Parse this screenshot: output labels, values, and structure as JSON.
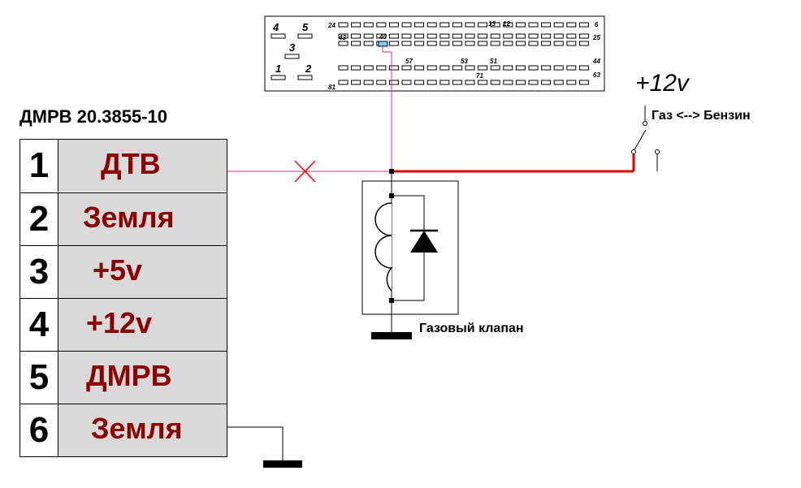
{
  "sensor": {
    "title": "ДМРВ 20.3855-10",
    "pins": [
      {
        "num": "1",
        "label": "ДТВ"
      },
      {
        "num": "2",
        "label": "Земля"
      },
      {
        "num": "3",
        "label": "+5v"
      },
      {
        "num": "4",
        "label": "+12v"
      },
      {
        "num": "5",
        "label": "ДМРВ"
      },
      {
        "num": "6",
        "label": "Земля"
      }
    ]
  },
  "connector": {
    "block_labels": [
      "4",
      "5",
      "3",
      "1",
      "2"
    ],
    "pin_labels": [
      "24",
      "13",
      "12",
      "6",
      "43",
      "40",
      "25",
      "57",
      "53",
      "51",
      "44",
      "71",
      "63",
      "81"
    ]
  },
  "supply_label": "+12v",
  "switch_label": "Газ <--> Бензин",
  "valve_label": "Газовый клапан",
  "colors": {
    "wire_red": "#e00000",
    "wire_pink": "#e0308a",
    "cell_bg": "#d9d9d9",
    "cell_text": "#8b0000",
    "cut_mark": "#ff0000"
  }
}
